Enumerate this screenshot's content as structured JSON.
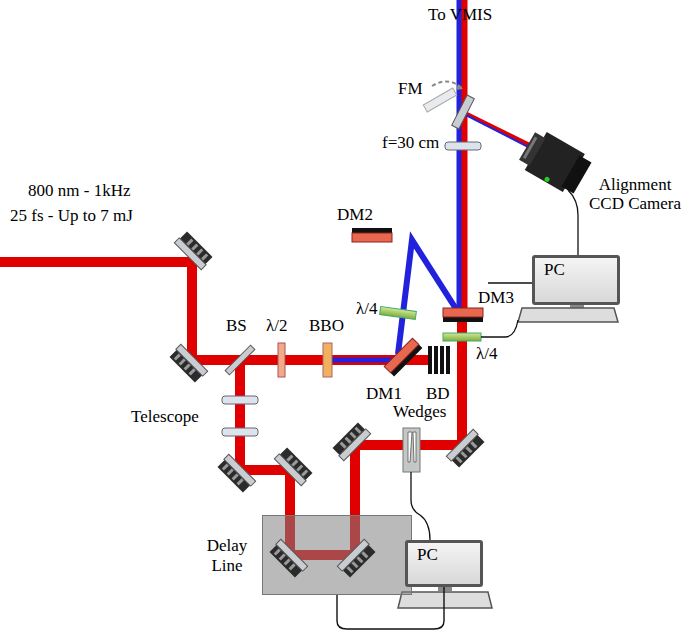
{
  "diagram": {
    "nodes": [
      {
        "text": [
          "PC"
        ]
      },
      {
        "text": [
          "Delay Line"
        ]
      },
      {
        "text": [
          "PC"
        ]
      }
    ],
    "edges": [
      {
        "from": 2,
        "to": 1,
        "arrow": "none"
      }
    ],
    "labels": [
      "To VMIS",
      "FM",
      "f=30 cm",
      "DM2",
      "Alignment CCD Camera",
      "800 nm - 1kHz",
      "25 fs - Up to 7 mJ",
      "DM3",
      "λ/4",
      "λ/4",
      "BS",
      "λ/2",
      "BBO",
      "DM1",
      "BD",
      "Telescope",
      "Wedges"
    ]
  }
}
